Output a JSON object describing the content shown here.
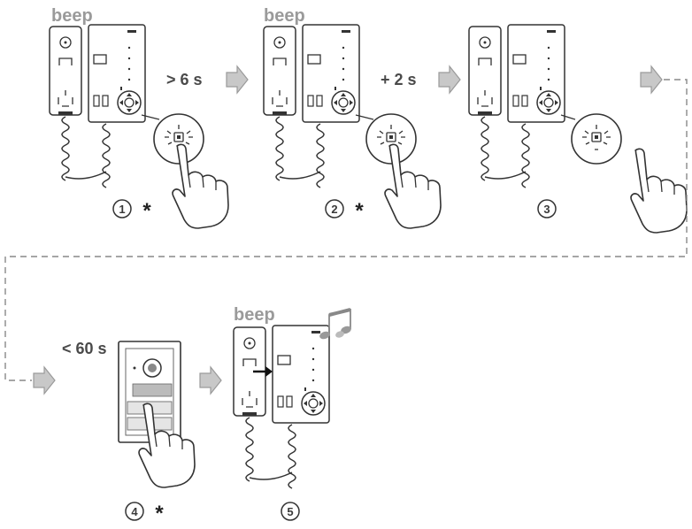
{
  "steps": [
    {
      "beep": "beep",
      "duration": "> 6 s",
      "number": "1",
      "marker": "*"
    },
    {
      "beep": "beep",
      "duration": "+ 2 s",
      "number": "2",
      "marker": "*"
    },
    {
      "number": "3"
    },
    {
      "duration": "< 60 s",
      "number": "4",
      "marker": "*"
    },
    {
      "beep": "beep",
      "number": "5"
    }
  ],
  "colors": {
    "line": "#333333",
    "arrow_fill": "#c8c8c8",
    "beep_text": "#9a9a9a",
    "dashed_connector": "#888888"
  },
  "icons": [
    "intercom-handset-icon",
    "intercom-base-icon",
    "push-button-icon",
    "pointing-hand-icon",
    "door-panel-icon",
    "music-note-icon",
    "right-arrow-icon"
  ]
}
